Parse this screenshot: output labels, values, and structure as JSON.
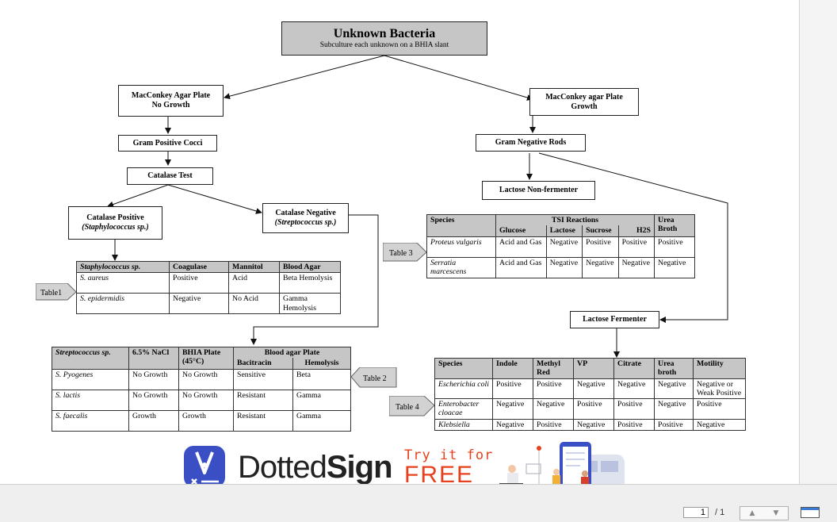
{
  "flowchart": {
    "title": "Unknown Bacteria",
    "subtitle": "Subculture each unknown on a BHIA slant",
    "macconkey_no_growth_line1": "MacConkey Agar Plate",
    "macconkey_no_growth_line2": "No Growth",
    "macconkey_growth_line1": "MacConkey agar Plate",
    "macconkey_growth_line2": "Growth",
    "gram_positive": "Gram Positive Cocci",
    "gram_negative": "Gram Negative Rods",
    "catalase_test": "Catalase Test",
    "catalase_positive_line1": "Catalase Positive",
    "catalase_positive_line2": "(Staphylococcus sp.)",
    "catalase_negative_line1": "Catalase Negative",
    "catalase_negative_line2": "(Streptococcus sp.)",
    "lactose_non_fermenter": "Lactose Non-fermenter",
    "lactose_fermenter": "Lactose Fermenter"
  },
  "tags": {
    "table1": "Table1",
    "table2": "Table 2",
    "table3": "Table 3",
    "table4": "Table 4"
  },
  "table1": {
    "headers": [
      "Staphylococcus sp.",
      "Coagulase",
      "Mannitol",
      "Blood Agar"
    ],
    "rows": [
      [
        "S. aureus",
        "Positive",
        "Acid",
        "Beta Hemolysis"
      ],
      [
        "S. epidermidis",
        "Negative",
        "No Acid",
        "Gamma Hemolysis"
      ]
    ]
  },
  "table2": {
    "headers": [
      "Streptococcus sp.",
      "6.5% NaCl",
      "BHIA Plate (45°C)",
      "Blood agar Plate",
      "Bacitracin",
      "Hemolysis"
    ],
    "rows": [
      [
        "S. Pyogenes",
        "No Growth",
        "No Growth",
        "Sensitive",
        "Beta"
      ],
      [
        "S. lactis",
        "No Growth",
        "No Growth",
        "Resistant",
        "Gamma"
      ],
      [
        "S. faecalis",
        "Growth",
        "Growth",
        "Resistant",
        "Gamma"
      ]
    ]
  },
  "table3": {
    "headers": [
      "Species",
      "TSI Reactions",
      "Urea Broth",
      "Glucose",
      "Lactose",
      "Sucrose",
      "H2S"
    ],
    "rows": [
      [
        "Proteus vulgaris",
        "Acid and Gas",
        "Negative",
        "Positive",
        "Positive",
        "Positive"
      ],
      [
        "Serratia marcescens",
        "Acid and Gas",
        "Negative",
        "Negative",
        "Negative",
        "Negative"
      ]
    ]
  },
  "table4": {
    "headers": [
      "Species",
      "Indole",
      "Methyl Red",
      "VP",
      "Citrate",
      "Urea broth",
      "Motility"
    ],
    "rows": [
      [
        "Escherichia coli",
        "Positive",
        "Positive",
        "Negative",
        "Negative",
        "Negative",
        "Negative or Weak Positive"
      ],
      [
        "Enterobacter cloacae",
        "Negative",
        "Negative",
        "Positive",
        "Positive",
        "Negative",
        "Positive"
      ],
      [
        "Klebsiella",
        "Negative",
        "Positive",
        "Negative",
        "Positive",
        "Positive",
        "Negative"
      ]
    ]
  },
  "ad": {
    "brand_light": "Dotted",
    "brand_bold": "Sign",
    "cta_line1": "Try it for",
    "cta_line2": "FREE",
    "accent": "#e8401c",
    "brand_color": "#3b4fc4"
  },
  "viewer": {
    "page_input": "1",
    "page_total": "/ 1",
    "prev_icon": "up-triangle-icon",
    "next_icon": "down-triangle-icon"
  }
}
